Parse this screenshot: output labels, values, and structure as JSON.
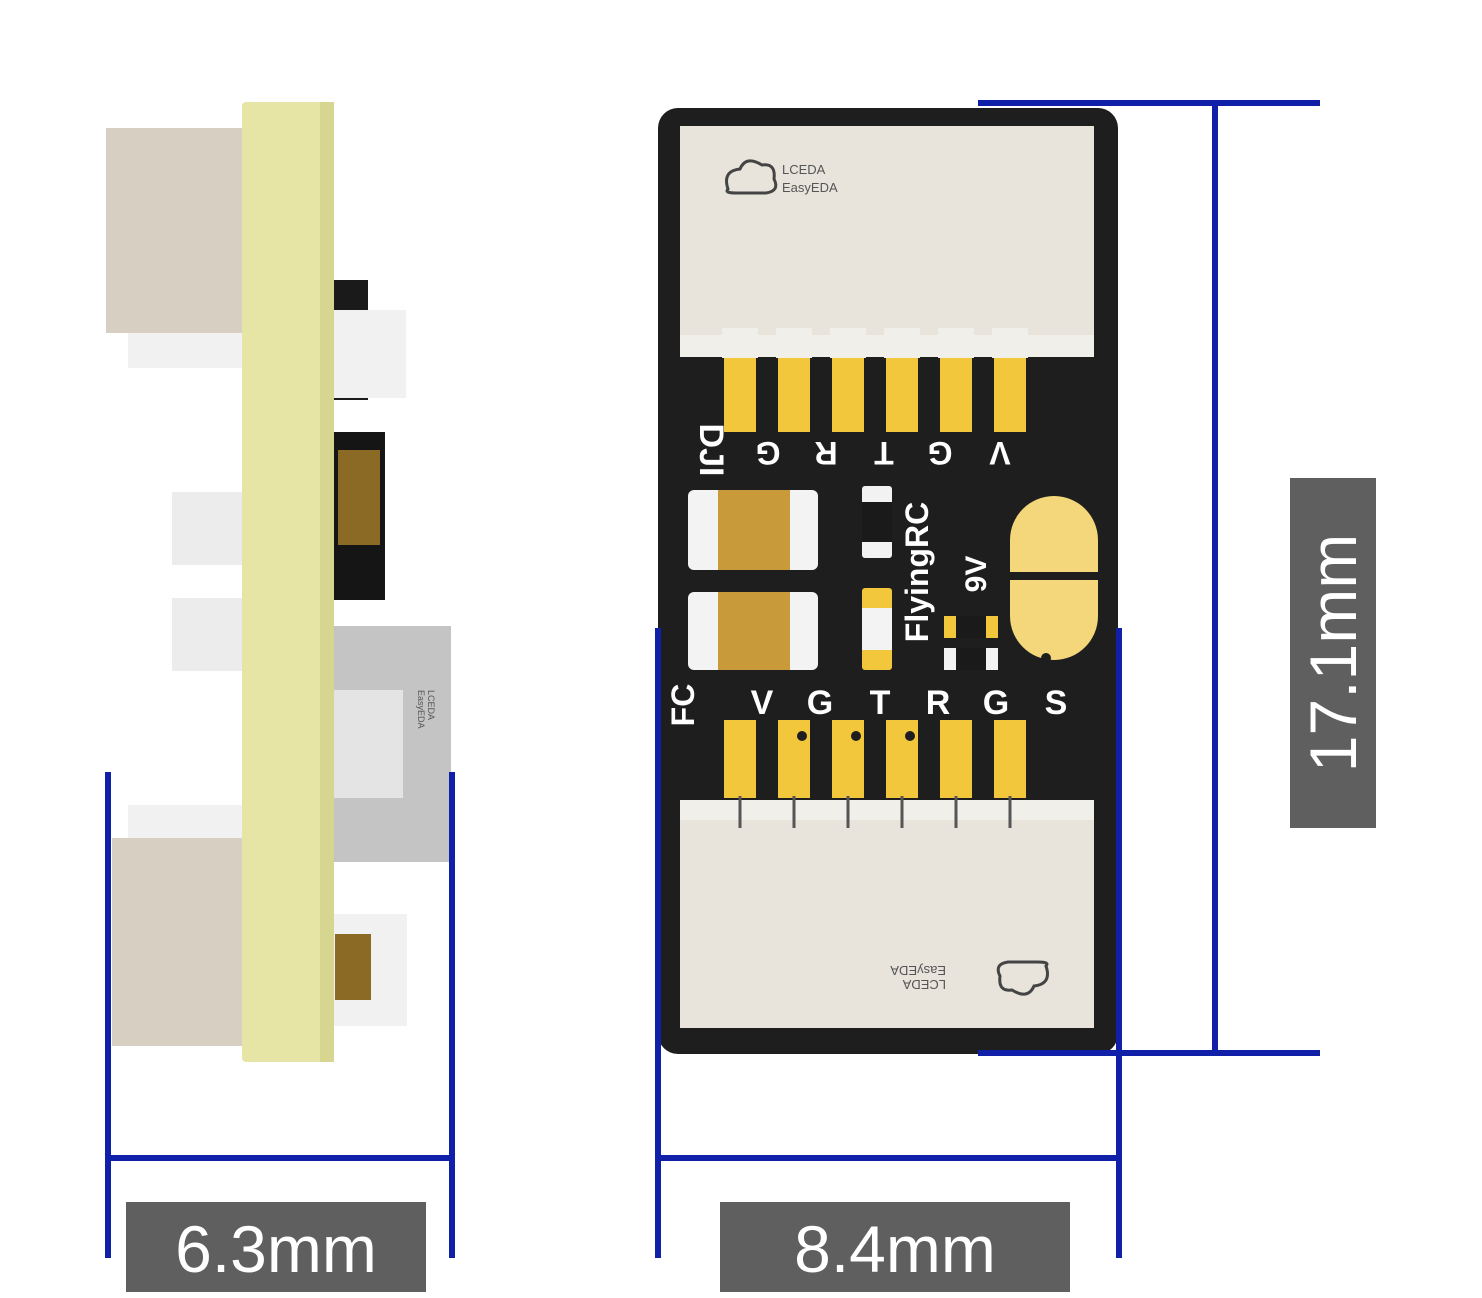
{
  "dimensions": {
    "thickness": {
      "value": 6.3,
      "unit": "mm",
      "label": "6.3mm"
    },
    "width": {
      "value": 8.4,
      "unit": "mm",
      "label": "8.4mm"
    },
    "height": {
      "value": 17.1,
      "unit": "mm",
      "label": "17.1mm"
    }
  },
  "board": {
    "brand": "FlyingRC",
    "voltage_label": "9V",
    "dji_label": "DJI",
    "fc_label": "FC",
    "top_pin_labels": [
      "G",
      "R",
      "T",
      "G",
      "V"
    ],
    "bottom_pin_labels": [
      "V",
      "G",
      "T",
      "R",
      "G",
      "S"
    ],
    "connector_logo_line1": "LCEDA",
    "connector_logo_line2": "EasyEDA"
  },
  "colors": {
    "dimension_line": "#1020a8",
    "label_box": "#5f5f5f",
    "label_text": "#ffffff",
    "pcb": "#1e1e1e",
    "pad_gold": "#f3c73b",
    "connector": "#e8e4dc",
    "pcb_edge": "#e6e5a6"
  }
}
